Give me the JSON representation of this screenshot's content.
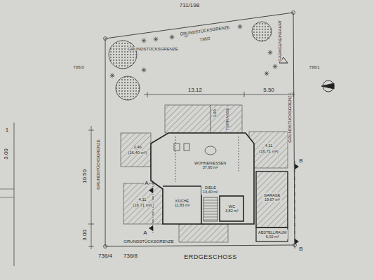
{
  "diagram": {
    "title": "ERDGESCHOSS",
    "nodes": [
      {
        "text": [
          "WOHNEN/ESSEN",
          "37,90 m²"
        ]
      },
      {
        "text": [
          "KÜCHE",
          "11,83 m²"
        ]
      },
      {
        "text": [
          "DIELE",
          "13,40 m²"
        ]
      },
      {
        "text": [
          "WC",
          "3,82 m²"
        ]
      },
      {
        "text": [
          "GARAGE",
          "19,67 m²"
        ]
      },
      {
        "text": [
          "ABSTELLRAUM",
          "6,02 m²"
        ]
      }
    ],
    "labels": [
      "711/198",
      "GRUNDSTÜCKSGRENZE",
      "736/2",
      "736/3",
      "736/1",
      "GRUNDSTÜCKSGRENZE",
      "GARAGENEINFAHRT",
      "13.12",
      "5.50",
      "10.50",
      "3.00",
      "3.00",
      "TERRASSE",
      "GRUNDSTÜCKSGRENZE",
      "GRUNDSTÜCKSGRENZE",
      "GRUNDSTÜCKSGRENZE",
      "3.46",
      "(16,40 m²)",
      "4.11",
      "(16,71 m²)",
      "4.11",
      "(16,71 m²)",
      "A",
      "A",
      "B",
      "B",
      "736/4",
      "736/8",
      "3.00",
      "1"
    ]
  }
}
